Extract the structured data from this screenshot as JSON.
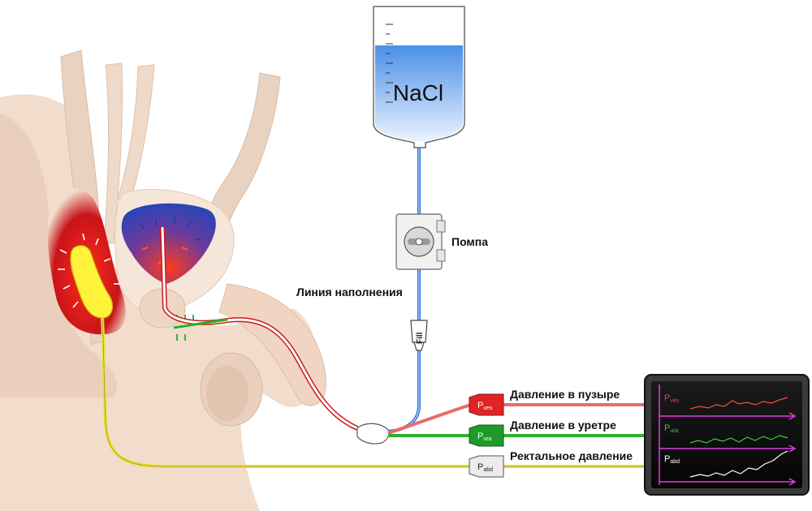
{
  "bag": {
    "label": "NaCl"
  },
  "labels": {
    "pump": "Помпа",
    "fill_line": "Линия наполнения",
    "fill_connector": "Fill",
    "bladder_pressure": "Давление в пузыре",
    "urethra_pressure": "Давление в уретре",
    "rectal_pressure": "Ректальное давление"
  },
  "connectors": {
    "ves": {
      "main": "P",
      "sub": "ves"
    },
    "ura": {
      "main": "P",
      "sub": "ura"
    },
    "abd": {
      "main": "P",
      "sub": "abd"
    }
  },
  "monitor": {
    "channels": [
      {
        "main": "P",
        "sub": "ves",
        "color": "#ff3b3b"
      },
      {
        "main": "P",
        "sub": "ura",
        "color": "#3ad13a"
      },
      {
        "main": "P",
        "sub": "abd",
        "color": "#ffffff"
      }
    ],
    "axis_color": "#e23be0"
  },
  "colors": {
    "tissue": "#f2dccb",
    "bone": "#e9d2c0",
    "fluid_blue": "#2c6fd6",
    "rectal_line": "#ece13a",
    "bladder_line": "#ea6a6a",
    "urethra_line": "#2fb02f"
  }
}
